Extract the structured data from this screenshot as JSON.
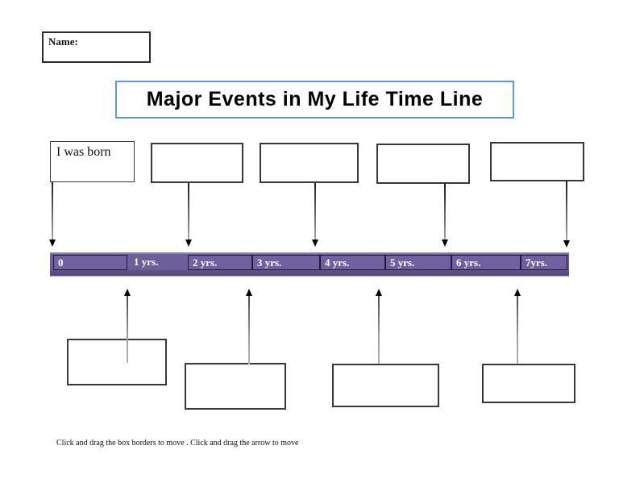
{
  "page": {
    "name_label": "Name:",
    "title": "Major Events in My Life Time Line",
    "caption": "Click and drag the box borders to move . Click and drag the arrow to move"
  },
  "top_boxes": [
    {
      "label": "I was born"
    },
    {
      "label": ""
    },
    {
      "label": ""
    },
    {
      "label": ""
    },
    {
      "label": ""
    }
  ],
  "bottom_boxes": [
    {
      "label": ""
    },
    {
      "label": ""
    },
    {
      "label": ""
    },
    {
      "label": ""
    }
  ],
  "timeline": {
    "cells": [
      {
        "label": "0"
      },
      {
        "label": "1 yrs."
      },
      {
        "label": "2 yrs."
      },
      {
        "label": "3 yrs."
      },
      {
        "label": "4 yrs."
      },
      {
        "label": "5 yrs."
      },
      {
        "label": "6 yrs."
      },
      {
        "label": "7yrs."
      }
    ],
    "bar_color": "#6c5e99",
    "bar_shadow_color": "#574a7e",
    "cell_border_color": "#251838",
    "text_color": "#ffffff"
  },
  "colors": {
    "title_border": "#5b9bd5",
    "box_border": "#383838",
    "arrow": "#000000"
  }
}
